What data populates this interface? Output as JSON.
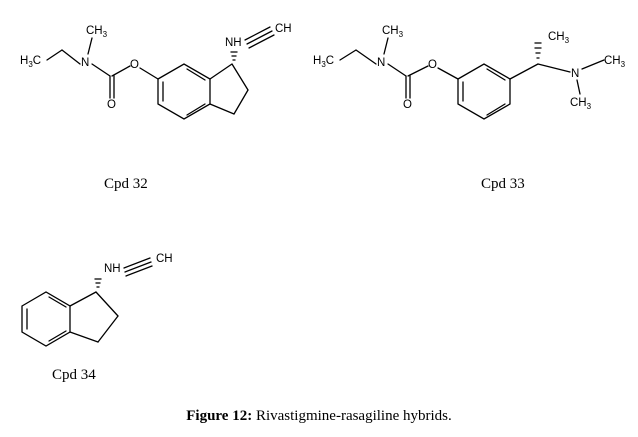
{
  "compounds": [
    {
      "label": "Cpd 32"
    },
    {
      "label": "Cpd 33"
    },
    {
      "label": "Cpd 34"
    }
  ],
  "caption": {
    "prefix": "Figure 12:",
    "text": " Rivastigmine-rasagiline hybrids."
  },
  "atoms": {
    "ch3": "CH",
    "h3c": "H",
    "c": "C",
    "three": "3",
    "n": "N",
    "o": "O",
    "nh": "NH",
    "ch": "CH"
  }
}
